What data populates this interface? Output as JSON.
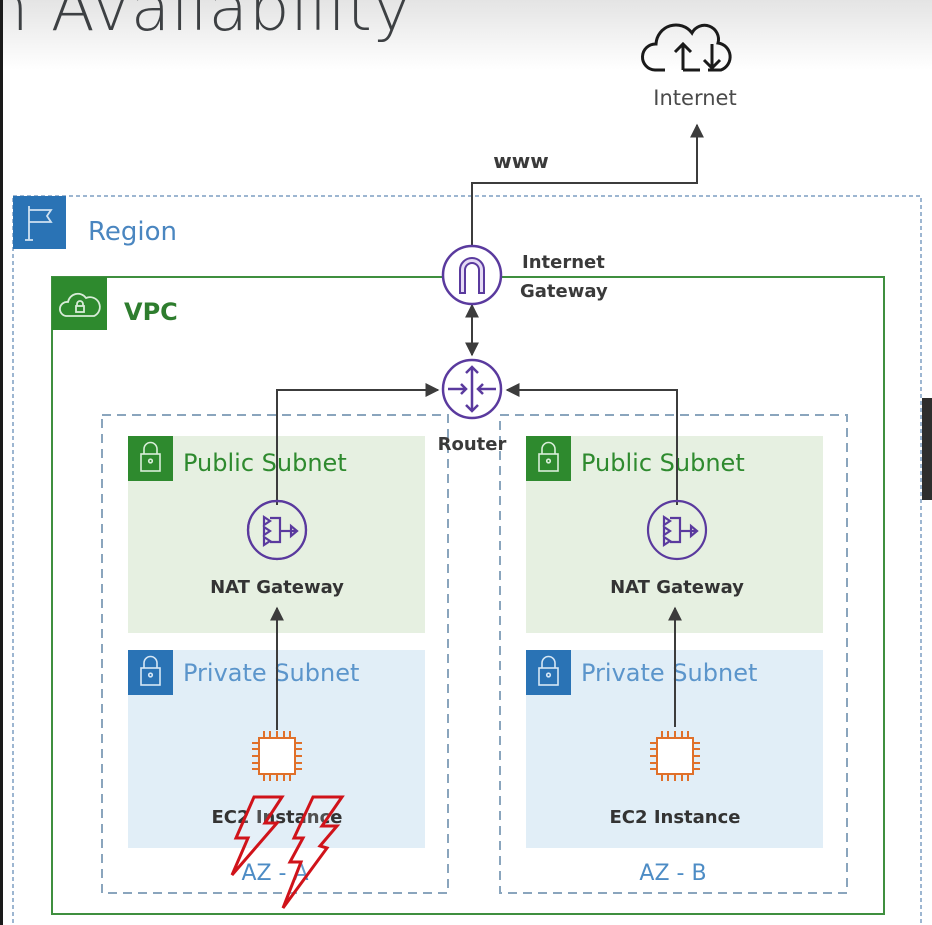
{
  "slide": {
    "title": "n Availability"
  },
  "diagram": {
    "internet": {
      "label": "Internet",
      "icon": "cloud-upload-download-icon"
    },
    "www_label": "www",
    "region": {
      "label": "Region",
      "icon": "flag-icon",
      "color": "#2a73b5"
    },
    "vpc": {
      "label": "VPC",
      "icon": "cloud-lock-icon",
      "color": "#2e8a2e"
    },
    "internet_gateway": {
      "label_line1": "Internet",
      "label_line2": "Gateway",
      "icon": "internet-gateway-icon"
    },
    "router": {
      "label": "Router",
      "icon": "router-icon"
    },
    "availability_zones": [
      {
        "label": "AZ - A",
        "public_subnet": {
          "label": "Public Subnet",
          "icon": "lock-icon"
        },
        "nat_gateway": {
          "label": "NAT Gateway",
          "icon": "nat-gateway-icon"
        },
        "private_subnet": {
          "label": "Private Subnet",
          "icon": "lock-icon"
        },
        "ec2": {
          "label": "EC2 Instance",
          "icon": "ec2-chip-icon"
        },
        "failure_overlay": "lightning-bolt-icon"
      },
      {
        "label": "AZ - B",
        "public_subnet": {
          "label": "Public Subnet",
          "icon": "lock-icon"
        },
        "nat_gateway": {
          "label": "NAT Gateway",
          "icon": "nat-gateway-icon"
        },
        "private_subnet": {
          "label": "Private Subnet",
          "icon": "lock-icon"
        },
        "ec2": {
          "label": "EC2 Instance",
          "icon": "ec2-chip-icon"
        }
      }
    ],
    "colors": {
      "public_subnet_bg": "#e6f0e1",
      "private_subnet_bg": "#e1eef7",
      "public_green": "#2e8a2e",
      "private_blue": "#2a73b5",
      "gateway_purple": "#5a3a9e",
      "ec2_orange": "#e0702a",
      "failure_red": "#d0131a",
      "az_dash": "#7f9cb5"
    }
  }
}
